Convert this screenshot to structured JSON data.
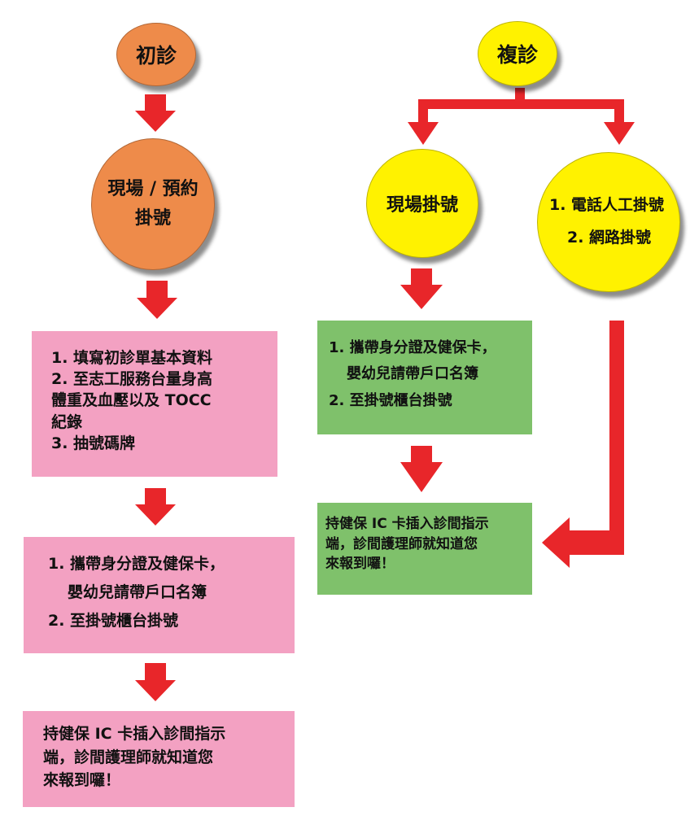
{
  "colors": {
    "orange": "#ee8b4a",
    "yellow": "#fff200",
    "pink": "#f3a1c2",
    "green": "#7fc16b",
    "arrow": "#e8262a"
  },
  "first_visit": {
    "title": "初診",
    "registration": [
      "現場 / 預約",
      "掛號"
    ],
    "steps_box": [
      "1. 填寫初診單基本資料",
      "2. 至志工服務台量身高",
      "體重及血壓以及 TOCC",
      "紀錄",
      "3. 抽號碼牌"
    ],
    "docs_box": [
      "1. 攜帶身分證及健保卡，",
      "嬰幼兒請帶戶口名簿",
      "2. 至掛號櫃台掛號"
    ],
    "checkin_box": [
      "持健保 IC 卡插入診間指示",
      "端，診間護理師就知道您",
      "來報到囉！"
    ]
  },
  "follow_up": {
    "title": "複診",
    "onsite": "現場掛號",
    "remote": [
      "1. 電話人工掛號",
      "2. 網路掛號"
    ],
    "docs_box": [
      "1. 攜帶身分證及健保卡，",
      "嬰幼兒請帶戶口名簿",
      "2. 至掛號櫃台掛號"
    ],
    "checkin_box": [
      "持健保 IC 卡插入診間指示",
      "端，診間護理師就知道您",
      "來報到囉！"
    ]
  }
}
